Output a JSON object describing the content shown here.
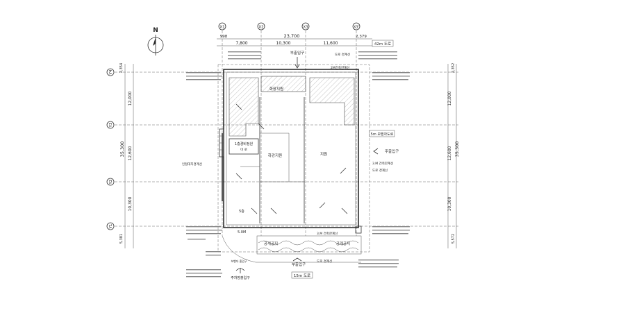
{
  "north": {
    "label": "N"
  },
  "grid": {
    "columns": [
      "X1",
      "X2",
      "X3",
      "X3'"
    ],
    "rows": [
      "Y4",
      "Y3",
      "Y2",
      "Y1"
    ]
  },
  "dimensions": {
    "top_total": "23,700",
    "top_left_offset": "998",
    "top_right_offset": "2,379",
    "top_spans": [
      "7,800",
      "10,300",
      "11,600"
    ],
    "left_total": "35,300",
    "left_spans": [
      "12,000",
      "12,600",
      "10,300"
    ],
    "left_top": "2,354",
    "left_bottom": "5,381",
    "right_total": "35,300",
    "right_spans": [
      "12,000",
      "12,600",
      "10,300"
    ],
    "right_top": "2,352",
    "right_bottom": "5,572"
  },
  "roads": {
    "north": "42m 도로",
    "east": "5m 보행자도로",
    "south": "15m 도로"
  },
  "labels": {
    "sub_entrance": "부출입구",
    "road_line_n": "도로 경계선",
    "building_line_n": "2M건축한계선",
    "facility_room": "화장지원",
    "manager_room": "1층경비정원",
    "manager_sub": "미 로",
    "lobby": "하강지원",
    "retail": "지원",
    "main_entrance": "주출입구",
    "building_line_e": "3.M 건축한계선",
    "road_line_e": "도로 경계선",
    "building_line_w": "인접대지경계선",
    "lower_floor": "5층",
    "limit_s": "5.0M",
    "building_line_s": "3.M 건축한계선",
    "open_space_1": "공개공지",
    "open_space_2": "공개공지",
    "sub_entrance_s": "부출입구",
    "road_line_s": "도로 경계선",
    "parking_entrance": "주차장출입구",
    "small_note": "보행자 출입구"
  }
}
